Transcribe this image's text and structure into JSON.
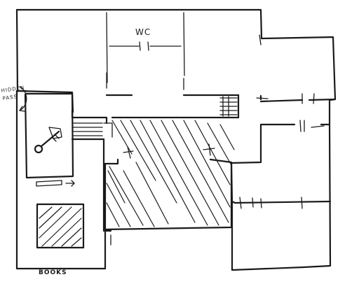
{
  "map": {
    "rooms": {
      "wc": "WC",
      "books": "BOOKS"
    },
    "annotations": {
      "hidden_pass_line1": "HIDDEN",
      "hidden_pass_line2": "PASS"
    },
    "icons": [
      "key-icon",
      "arrow-icon",
      "stairs-icon",
      "hatched-area",
      "door-gap"
    ],
    "ink_color": "#1a1a1a",
    "background_color": "#ffffff"
  }
}
